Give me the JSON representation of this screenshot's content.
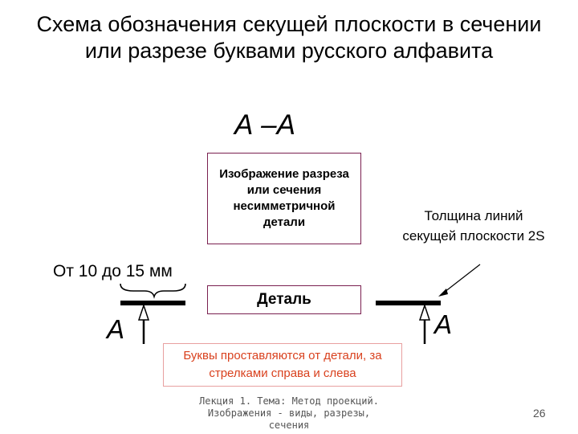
{
  "title": "Схема обозначения секущей плоскости в сечении или разрезе буквами русского алфавита",
  "section_label": "А –А",
  "image_box_text": "Изображение разреза или сечения несимметричной детали",
  "detail_box_text": "Деталь",
  "thickness_note": "Толщина линий секущей плоскости 2S",
  "dimension_label": "От 10 до 15 мм",
  "letter_left": "А",
  "letter_right": "А",
  "note_text": "Буквы проставляются от детали, за стрелками справа и слева",
  "footer_text": "Лекция 1. Тема: Метод проекций. Изображения - виды, разрезы, сечения",
  "page_number": "26",
  "colors": {
    "box_border": "#7a2050",
    "note_text": "#d9411e",
    "note_border": "#e8a0a0",
    "footer": "#555555"
  }
}
